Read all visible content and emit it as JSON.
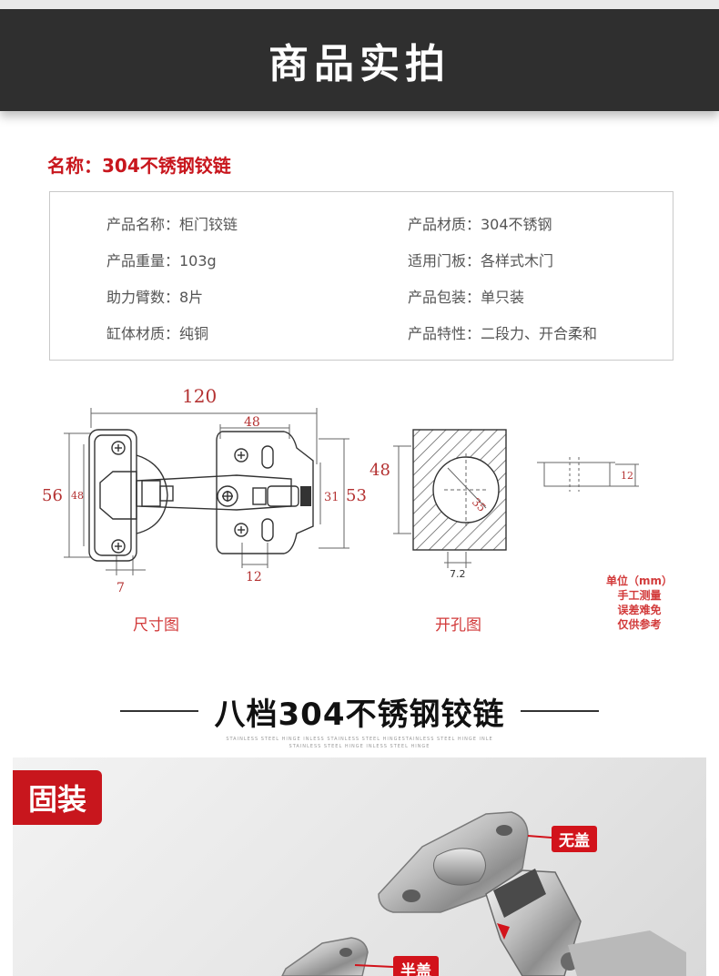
{
  "header": {
    "title": "商品实拍"
  },
  "product": {
    "name_label": "名称：304不锈钢铰链"
  },
  "specs": [
    {
      "text": "产品名称：柜门铰链"
    },
    {
      "text": "产品材质：304不锈钢"
    },
    {
      "text": "产品重量：103g"
    },
    {
      "text": "适用门板：各样式木门"
    },
    {
      "text": "助力臂数：8片"
    },
    {
      "text": "产品包装：单只装"
    },
    {
      "text": "缸体材质：纯铜"
    },
    {
      "text": "产品特性：二段力、开合柔和"
    }
  ],
  "dimensions": {
    "overall_width": "120",
    "arm_width": "48",
    "left_height": "56",
    "inner_height": "48",
    "arm_height": "31",
    "right_height": "53",
    "bottom_offset": "7",
    "hole_spacing": "12",
    "hole_depth": "48",
    "cup_diameter": "35",
    "edge_distance": "7.2",
    "cup_thickness": "12"
  },
  "captions": {
    "size": "尺寸图",
    "hole": "开孔图",
    "unit_line1": "单位（mm）",
    "unit_line2": "手工测量",
    "unit_line3": "误差难免",
    "unit_line4": "仅供参考"
  },
  "section": {
    "title": "八档304不锈钢铰链",
    "subtitle_line1": "STAINLESS STEEL HINGE INLESS STAINLESS STEEL HINGESTAINLESS STEEL HINGE INLE",
    "subtitle_line2": "STAINLESS STEEL HINGE INLESS STEEL HINGE"
  },
  "photo": {
    "badge": "固装",
    "tag_no_cover": "无盖",
    "tag_half_cover": "半盖"
  },
  "colors": {
    "header_bg": "#2f2f2f",
    "accent_red": "#c8161d",
    "dimension_red": "#b43232"
  }
}
